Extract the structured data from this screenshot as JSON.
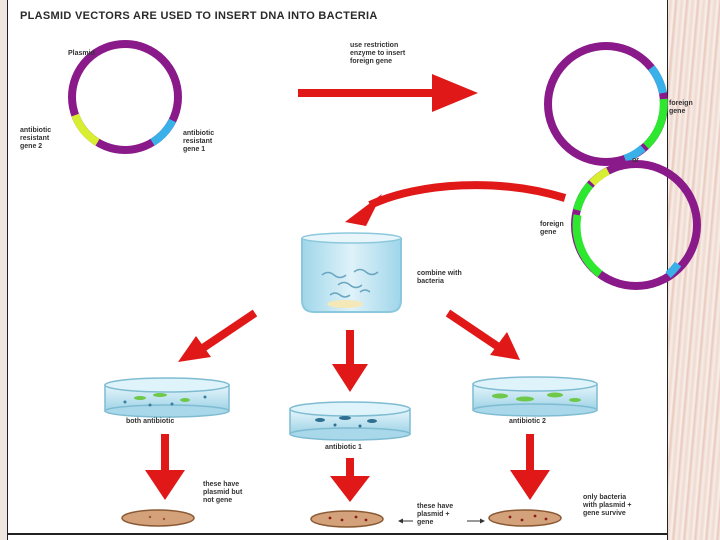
{
  "title": "PLASMID VECTORS ARE USED TO INSERT DNA INTO BACTERIA",
  "labels": {
    "plasmid": "Plasmid",
    "resistant_gene_2": "antibiotic\nresistant\ngene 2",
    "resistant_gene_1": "antibiotic\nresistant\ngene 1",
    "restriction_enzyme": "use restriction\nenzyme to insert\nforeign gene",
    "foreign_gene_top": "foreign\ngene",
    "or": "or",
    "foreign_gene_bottom": "foreign\ngene",
    "combine": "combine with\nbacteria",
    "both_antibiotic": "both antibiotic",
    "antibiotic_1": "antibiotic 1",
    "antibiotic_2": "antibiotic 2",
    "plasmid_not_gene": "these have\nplasmid but\nnot gene",
    "plasmid_plus_gene": "these have\nplasmid +\ngene",
    "only_bacteria": "only bacteria\nwith plasmid +\ngene survive"
  },
  "colors": {
    "arrow": "#e01818",
    "plasmid_ring": "#8a1a8a",
    "gene_2": "#d8ee30",
    "gene_1": "#3ab0e8",
    "foreign_gene": "#2ee830",
    "dish_liquid": "#bfe6f2",
    "colony_plate": "#d4a27a"
  }
}
